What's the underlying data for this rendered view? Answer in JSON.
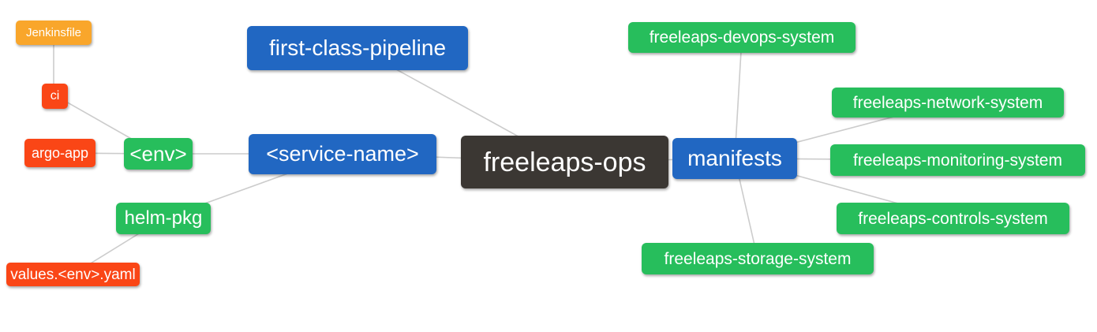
{
  "diagram": {
    "type": "mindmap",
    "root": "freeleaps-ops",
    "edge_color": "#cccccc",
    "background": "#ffffff",
    "text_color": "#ffffff",
    "palette": {
      "dark": "#3b3733",
      "blue": "#2167c2",
      "green": "#27be5c",
      "red": "#fa4616",
      "orange": "#f9a62b"
    },
    "nodes": [
      {
        "id": "jenkinsfile",
        "label": "Jenkinsfile",
        "color": "orange",
        "level": 4
      },
      {
        "id": "ci",
        "label": "ci",
        "color": "red",
        "level": 3
      },
      {
        "id": "argo-app",
        "label": "argo-app",
        "color": "red",
        "level": 3
      },
      {
        "id": "env",
        "label": "<env>",
        "color": "green",
        "level": 2
      },
      {
        "id": "helm-pkg",
        "label": "helm-pkg",
        "color": "green",
        "level": 2
      },
      {
        "id": "values-env-yaml",
        "label": "values.<env>.yaml",
        "color": "red",
        "level": 3
      },
      {
        "id": "first-class-pipeline",
        "label": "first-class-pipeline",
        "color": "blue",
        "level": 1
      },
      {
        "id": "service-name",
        "label": "<service-name>",
        "color": "blue",
        "level": 1
      },
      {
        "id": "freeleaps-ops",
        "label": "freeleaps-ops",
        "color": "dark",
        "level": 0
      },
      {
        "id": "manifests",
        "label": "manifests",
        "color": "blue",
        "level": 1
      },
      {
        "id": "freeleaps-devops-system",
        "label": "freeleaps-devops-system",
        "color": "green",
        "level": 2
      },
      {
        "id": "freeleaps-network-system",
        "label": "freeleaps-network-system",
        "color": "green",
        "level": 2
      },
      {
        "id": "freeleaps-monitoring-system",
        "label": "freeleaps-monitoring-system",
        "color": "green",
        "level": 2
      },
      {
        "id": "freeleaps-controls-system",
        "label": "freeleaps-controls-system",
        "color": "green",
        "level": 2
      },
      {
        "id": "freeleaps-storage-system",
        "label": "freeleaps-storage-system",
        "color": "green",
        "level": 2
      }
    ],
    "edges": [
      {
        "from": "freeleaps-ops",
        "to": "first-class-pipeline"
      },
      {
        "from": "freeleaps-ops",
        "to": "service-name"
      },
      {
        "from": "freeleaps-ops",
        "to": "manifests"
      },
      {
        "from": "service-name",
        "to": "env"
      },
      {
        "from": "service-name",
        "to": "helm-pkg"
      },
      {
        "from": "env",
        "to": "argo-app"
      },
      {
        "from": "env",
        "to": "ci"
      },
      {
        "from": "ci",
        "to": "jenkinsfile"
      },
      {
        "from": "helm-pkg",
        "to": "values-env-yaml"
      },
      {
        "from": "manifests",
        "to": "freeleaps-devops-system"
      },
      {
        "from": "manifests",
        "to": "freeleaps-network-system"
      },
      {
        "from": "manifests",
        "to": "freeleaps-monitoring-system"
      },
      {
        "from": "manifests",
        "to": "freeleaps-controls-system"
      },
      {
        "from": "manifests",
        "to": "freeleaps-storage-system"
      }
    ]
  }
}
